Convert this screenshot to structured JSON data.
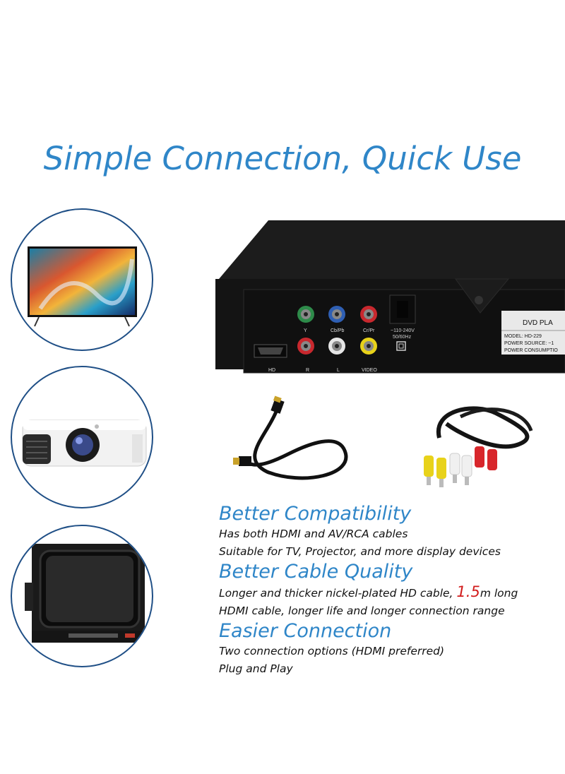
{
  "headline": "Simple Connection, Quick Use",
  "devices": [
    "tv",
    "projector",
    "crt-tv"
  ],
  "player": {
    "brand_label": "DVD PLA",
    "model": "MODEL: HD-229",
    "power_source": "POWER SOURCE: ~1",
    "power_consumption": "POWER CONSUMPTIO",
    "voltage": "~110-240V",
    "frequency": "50/60Hz",
    "port_labels": {
      "y": "Y",
      "cb": "Cb/Pb",
      "cr": "Cr/Pr",
      "hd": "HD",
      "r": "R",
      "l": "L",
      "video": "VIDEO"
    },
    "jack_colors": {
      "green": "#2e8b4a",
      "blue": "#2f5fb3",
      "red": "#c8282e",
      "white": "#e6e6e6",
      "yellow": "#e8d21a"
    }
  },
  "features": {
    "compat_title": "Better Compatibility",
    "compat_line1": "Has both HDMI and AV/RCA cables",
    "compat_line2": "Suitable for TV, Projector, and more display devices",
    "quality_title": "Better Cable Quality",
    "quality_line1_pre": "Longer and thicker nickel-plated HD cable,",
    "quality_line1_num": "1.5",
    "quality_line1_post": "m long",
    "quality_line2": "HDMI cable, longer life and longer connection range",
    "easy_title": "Easier Connection",
    "easy_line1": "Two connection options (HDMI preferred)",
    "easy_line2": "Plug and Play"
  },
  "colors": {
    "accent": "#2f86c8",
    "circle_border": "#1f4f86",
    "highlight": "#d11a1a"
  }
}
